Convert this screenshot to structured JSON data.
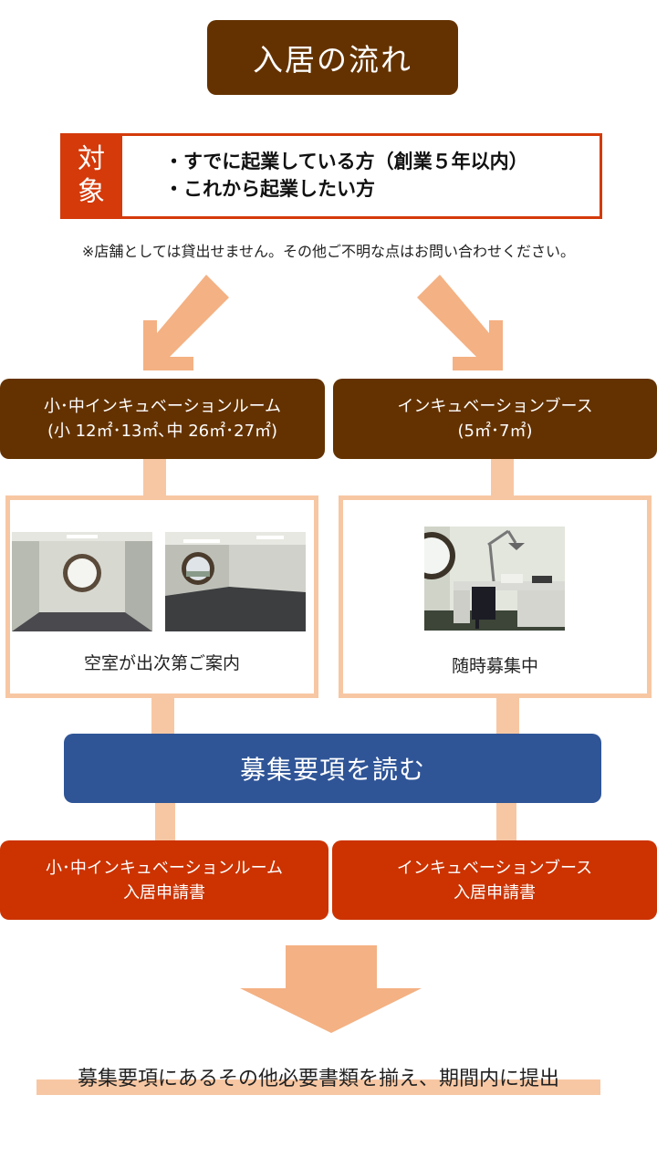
{
  "title": "入居の流れ",
  "target": {
    "label_line1": "対",
    "label_line2": "象",
    "items": [
      "・すでに起業している方（創業５年以内）",
      "・これから起業したい方"
    ]
  },
  "note": "※店舗としては貸出せません。その他ご不明な点はお問い合わせください。",
  "room": {
    "header_line1": "小･中インキュベーションルーム",
    "header_line2": "(小 12㎡･13㎡､中 26㎡･27㎡)",
    "caption": "空室が出次第ご案内",
    "application_line1": "小･中インキュベーションルーム",
    "application_line2": "入居申請書"
  },
  "booth": {
    "header_line1": "インキュベーションブース",
    "header_line2": "(5㎡･7㎡)",
    "caption": "随時募集中",
    "application_line1": "インキュベーションブース",
    "application_line2": "入居申請書"
  },
  "guidelines": "募集要項を読む",
  "final_step": "募集要項にあるその他必要書類を揃え、期間内に提出",
  "colors": {
    "brown": "#643200",
    "red": "#cc3300",
    "blue": "#2f5597",
    "peach": "#f7c7a3",
    "arrow": "#f4b183"
  }
}
